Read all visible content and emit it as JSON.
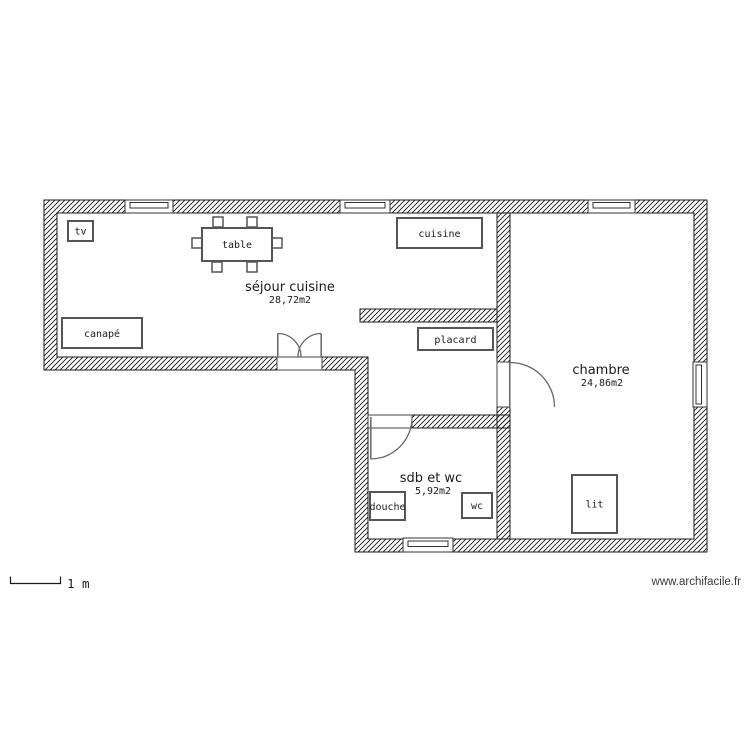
{
  "plan": {
    "rooms": [
      {
        "name": "séjour cuisine",
        "area": "28,72m2"
      },
      {
        "name": "chambre",
        "area": "24,86m2"
      },
      {
        "name": "sdb et wc",
        "area": "5,92m2"
      }
    ],
    "furniture": [
      {
        "label": "tv"
      },
      {
        "label": "table"
      },
      {
        "label": "canapé"
      },
      {
        "label": "cuisine"
      },
      {
        "label": "placard"
      },
      {
        "label": "douche"
      },
      {
        "label": "wc"
      },
      {
        "label": "lit"
      }
    ]
  },
  "footer": {
    "scale_label": "1 m",
    "watermark": "www.archifacile.fr"
  },
  "colors": {
    "wall_stroke": "#1a1a1a",
    "furniture_stroke": "#555555",
    "door_arc": "#666666",
    "text": "#1a1a1a",
    "watermark_text": "#3a3a3a",
    "background": "#ffffff"
  }
}
